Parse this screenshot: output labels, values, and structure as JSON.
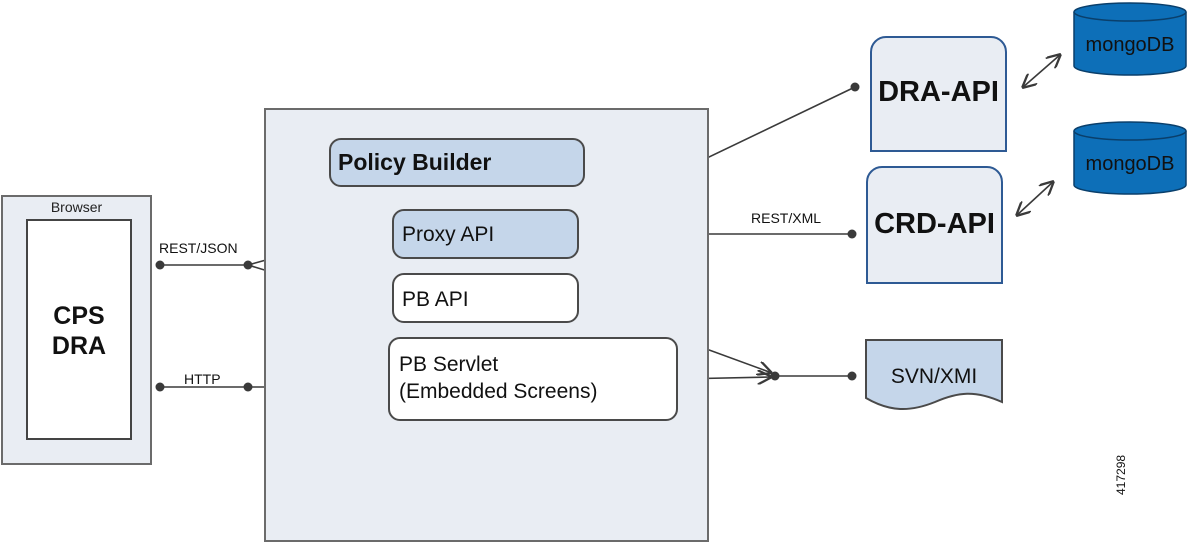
{
  "browser": {
    "title": "Browser",
    "app_line1": "CPS",
    "app_line2": "DRA"
  },
  "policy_builder": {
    "title": "Policy Builder",
    "proxy_api": "Proxy API",
    "pb_api": "PB API",
    "pb_servlet_line1": "PB Servlet",
    "pb_servlet_line2": "(Embedded Screens)"
  },
  "connections": {
    "rest_json": "REST/JSON",
    "http": "HTTP",
    "rest_xml": "REST/XML"
  },
  "services": {
    "dra_api": "DRA-API",
    "crd_api": "CRD-API"
  },
  "databases": {
    "db1": "mongoDB",
    "db2": "mongoDB"
  },
  "repository": {
    "label": "SVN/XMI"
  },
  "figure_id": "417298",
  "colors": {
    "accent_fill": "#c5d6ea",
    "panel_fill": "#e9edf3",
    "db_fill": "#0d6fb8",
    "service_border": "#2e5a94"
  }
}
